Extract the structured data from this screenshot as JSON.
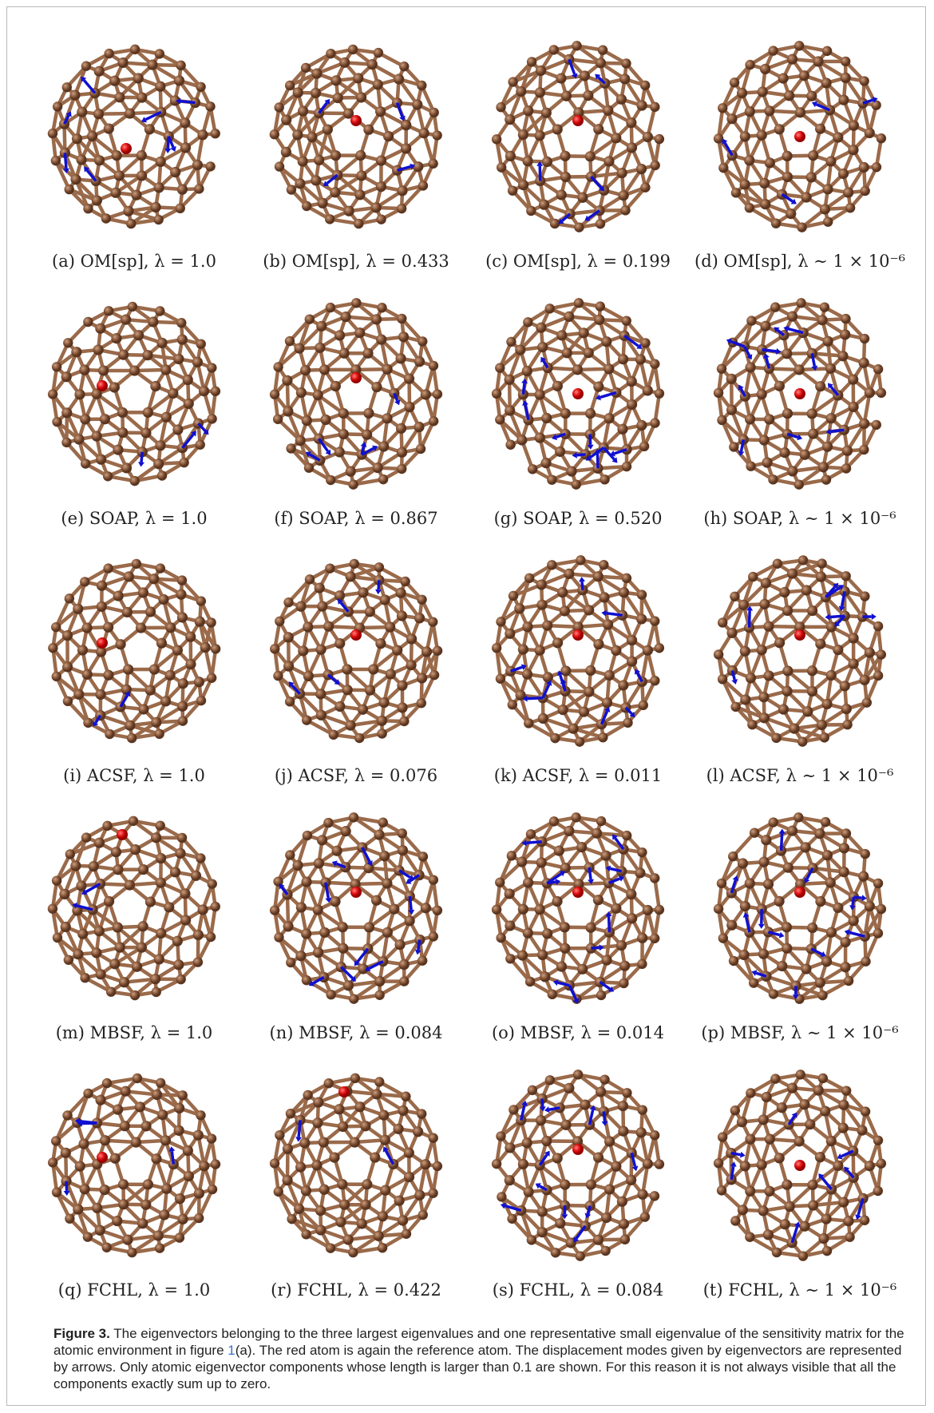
{
  "figure": {
    "panels": [
      {
        "caption": "(a) OM[sp], λ = 1.0",
        "arrows": 8,
        "view": "tilt",
        "ref_atom": "offcenter"
      },
      {
        "caption": "(b) OM[sp], λ = 0.433",
        "arrows": 4,
        "view": "tilt",
        "ref_atom": "upper"
      },
      {
        "caption": "(c) OM[sp], λ = 0.199",
        "arrows": 6,
        "view": "front",
        "ref_atom": "upper"
      },
      {
        "caption": "(d) OM[sp], λ ∼ 1 × 10⁻⁶",
        "arrows": 4,
        "view": "front",
        "ref_atom": "center"
      },
      {
        "caption": "(e) SOAP, λ = 1.0",
        "arrows": 3,
        "view": "tilt",
        "ref_atom": "left"
      },
      {
        "caption": "(f) SOAP, λ = 0.867",
        "arrows": 5,
        "view": "front",
        "ref_atom": "upper"
      },
      {
        "caption": "(g) SOAP, λ = 0.520",
        "arrows": 12,
        "view": "front",
        "ref_atom": "center"
      },
      {
        "caption": "(h) SOAP, λ ∼ 1 × 10⁻⁶",
        "arrows": 12,
        "view": "front",
        "ref_atom": "center"
      },
      {
        "caption": "(i) ACSF, λ = 1.0",
        "arrows": 2,
        "view": "tilt",
        "ref_atom": "left"
      },
      {
        "caption": "(j) ACSF, λ = 0.076",
        "arrows": 4,
        "view": "tilt",
        "ref_atom": "upper"
      },
      {
        "caption": "(k) ACSF, λ = 0.011",
        "arrows": 10,
        "view": "front",
        "ref_atom": "upper"
      },
      {
        "caption": "(l) ACSF, λ ∼ 1 × 10⁻⁶",
        "arrows": 8,
        "view": "front",
        "ref_atom": "upper"
      },
      {
        "caption": "(m) MBSF, λ = 1.0",
        "arrows": 2,
        "view": "tilt",
        "ref_atom": "top"
      },
      {
        "caption": "(n) MBSF, λ = 0.084",
        "arrows": 12,
        "view": "front",
        "ref_atom": "upper"
      },
      {
        "caption": "(o) MBSF, λ = 0.014",
        "arrows": 12,
        "view": "front",
        "ref_atom": "upper"
      },
      {
        "caption": "(p) MBSF, λ ∼ 1 × 10⁻⁶",
        "arrows": 12,
        "view": "front",
        "ref_atom": "upper"
      },
      {
        "caption": "(q) FCHL, λ = 1.0",
        "arrows": 4,
        "view": "tilt",
        "ref_atom": "left"
      },
      {
        "caption": "(r) FCHL, λ = 0.422",
        "arrows": 2,
        "view": "tilt",
        "ref_atom": "top"
      },
      {
        "caption": "(s) FCHL, λ = 0.084",
        "arrows": 12,
        "view": "front",
        "ref_atom": "upper"
      },
      {
        "caption": "(t) FCHL, λ ∼ 1 × 10⁻⁶",
        "arrows": 8,
        "view": "front",
        "ref_atom": "center"
      }
    ],
    "colors": {
      "atom": "#8b5a3c",
      "bond": "#9a6a4a",
      "reference_atom": "#e01010",
      "arrow": "#1010d0"
    }
  },
  "caption": {
    "label": "Figure 3.",
    "text_before_link": " The eigenvectors belonging to the three largest eigenvalues and one representative small eigenvalue of the sensitivity matrix for the atomic environment in figure ",
    "link": "1",
    "text_after_link": "(a). The red atom is again the reference atom. The displacement modes given by eigenvectors are represented by arrows. Only atomic eigenvector components whose length is larger than 0.1 are shown. For this reason it is not always visible that all the components exactly sum up to zero."
  }
}
